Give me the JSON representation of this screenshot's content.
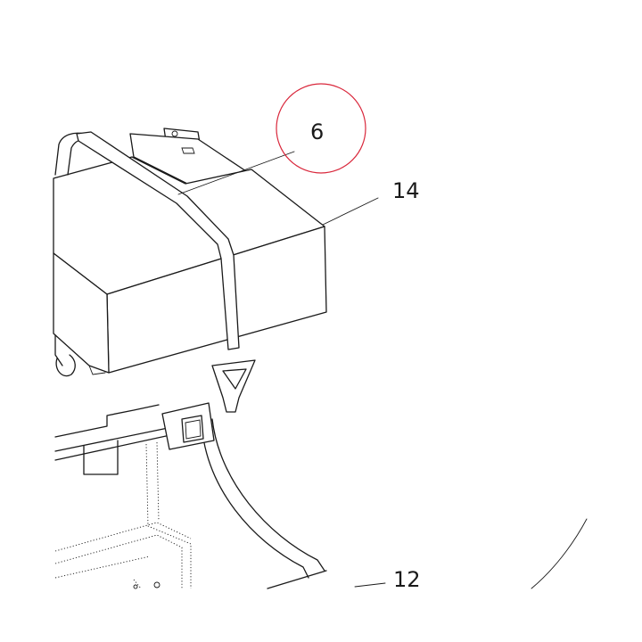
{
  "callouts": [
    {
      "id": "6",
      "label": "6"
    },
    {
      "id": "14",
      "label": "14"
    },
    {
      "id": "12",
      "label": "12"
    }
  ],
  "highlight": {
    "callout": "6",
    "color": "#d9283c"
  },
  "line_color": "#1a1a1a"
}
